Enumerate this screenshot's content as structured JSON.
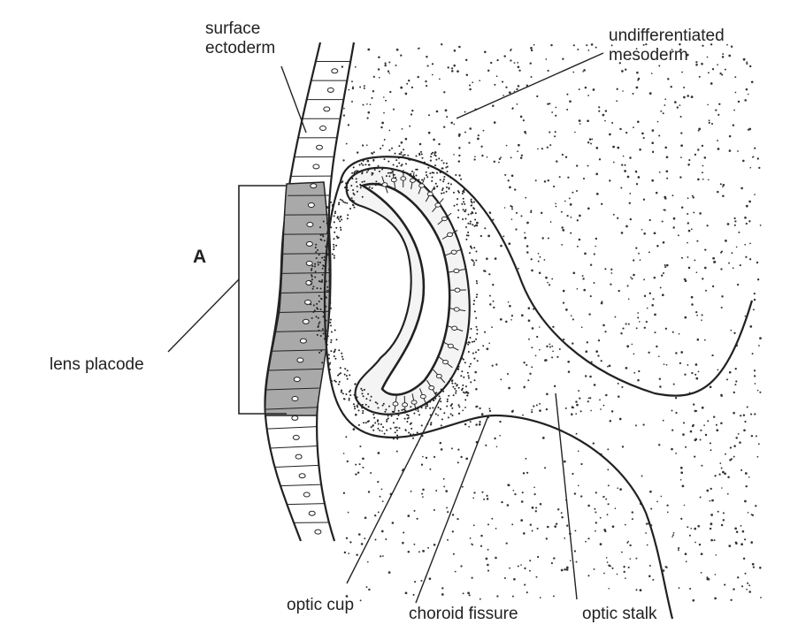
{
  "labels": {
    "surface_ectoderm": [
      "surface",
      "ectoderm"
    ],
    "undifferentiated_mesoderm": [
      "undifferentiated",
      "mesoderm"
    ],
    "a": "A",
    "lens_placode": "lens placode",
    "optic_cup": "optic cup",
    "choroid_fissure": "choroid fissure",
    "optic_stalk": "optic stalk"
  },
  "colors": {
    "ink": "#222222",
    "placode_fill": "#a9a9a9",
    "stipple": "#333333",
    "background": "#ffffff"
  }
}
